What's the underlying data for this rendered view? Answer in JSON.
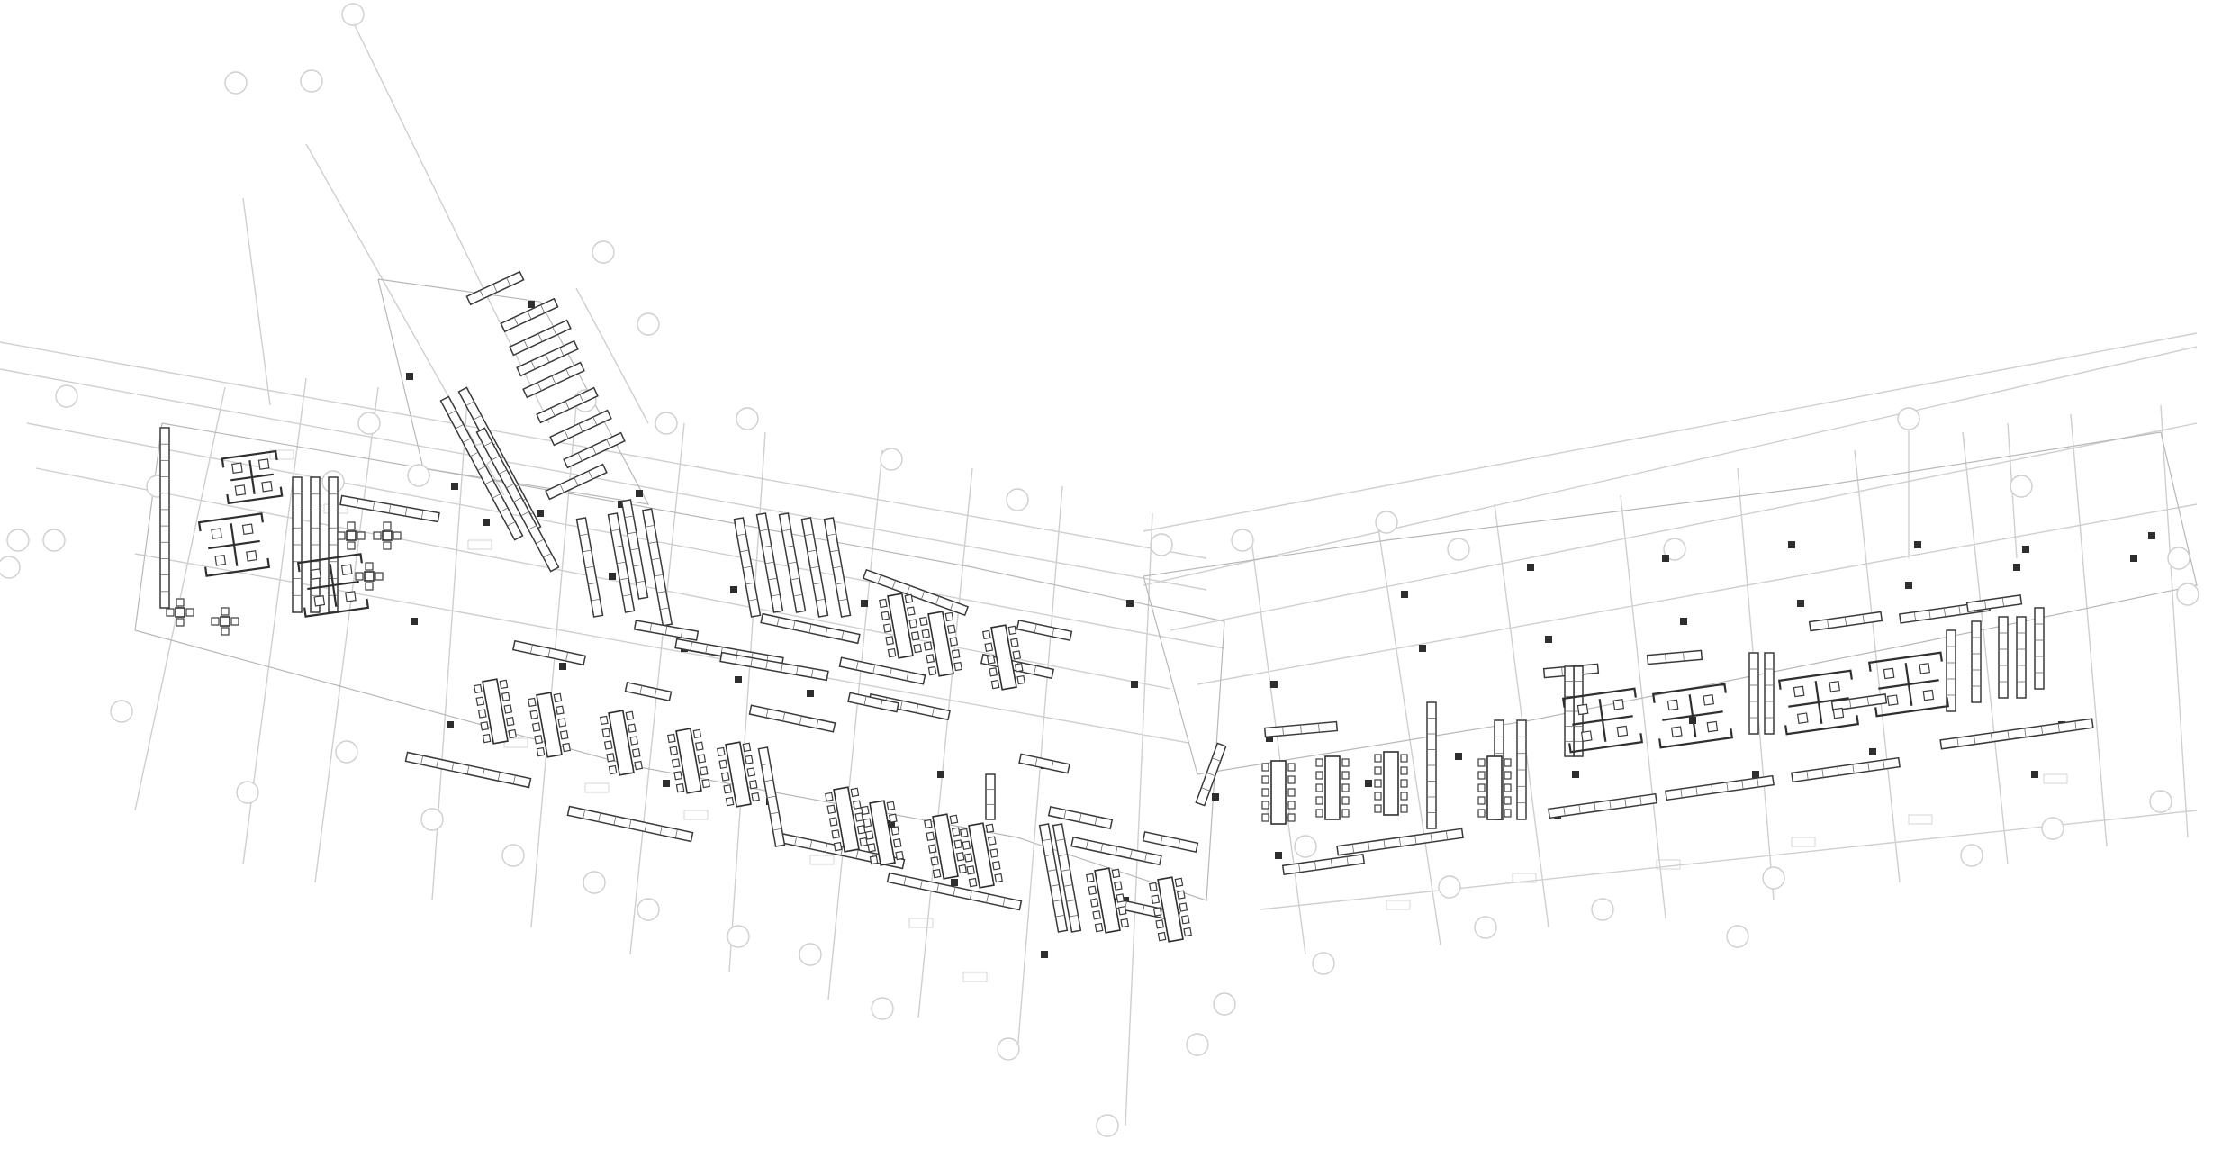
{
  "drawing": {
    "type": "architectural floor plan",
    "furniture": [
      "bookshelf",
      "reading-table",
      "chair",
      "workstation-pod"
    ]
  }
}
